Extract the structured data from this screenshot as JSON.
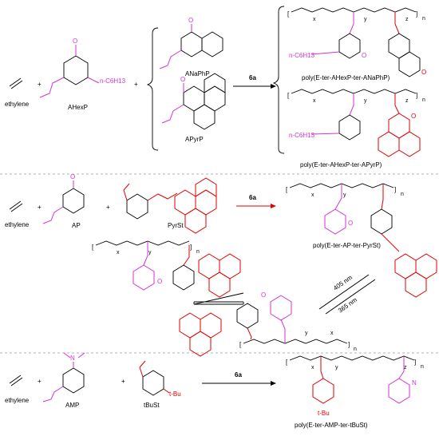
{
  "colors": {
    "comonomer": "#d633d6",
    "chromophore": "#e00000",
    "text": "#000000",
    "divider": "#9a9a9a"
  },
  "catalyst": "6a",
  "panel1": {
    "ethylene": "ethylene",
    "plus": "+",
    "hexyl_sub": "n-C6H13",
    "monomer1": "AHexP",
    "monomer2": "ANaPhP",
    "monomer3": "APyrP",
    "polymer1": "poly(E-ter-AHexP-ter-ANaPhP)",
    "polymer2": "poly(E-ter-AHexP-ter-APyrP)",
    "methoxy": "O",
    "x": "x",
    "y": "y",
    "z": "z",
    "n": "n"
  },
  "panel2": {
    "ethylene": "ethylene",
    "plus": "+",
    "monomer1": "AP",
    "monomer2": "PyrSt",
    "polymer": "poly(E-ter-AP-ter-PyrSt)",
    "irradiation_forward": "405 nm",
    "irradiation_reverse": "365 nm",
    "methoxy": "O",
    "x": "x",
    "y": "y",
    "n": "n"
  },
  "panel3": {
    "ethylene": "ethylene",
    "plus": "+",
    "monomer1": "AMP",
    "monomer2": "tBuSt",
    "tbu": "t-Bu",
    "nitrogen": "N",
    "polymer": "poly(E-ter-AMP-ter-tBuSt)",
    "x": "x",
    "y": "y",
    "z": "z",
    "n": "n"
  }
}
